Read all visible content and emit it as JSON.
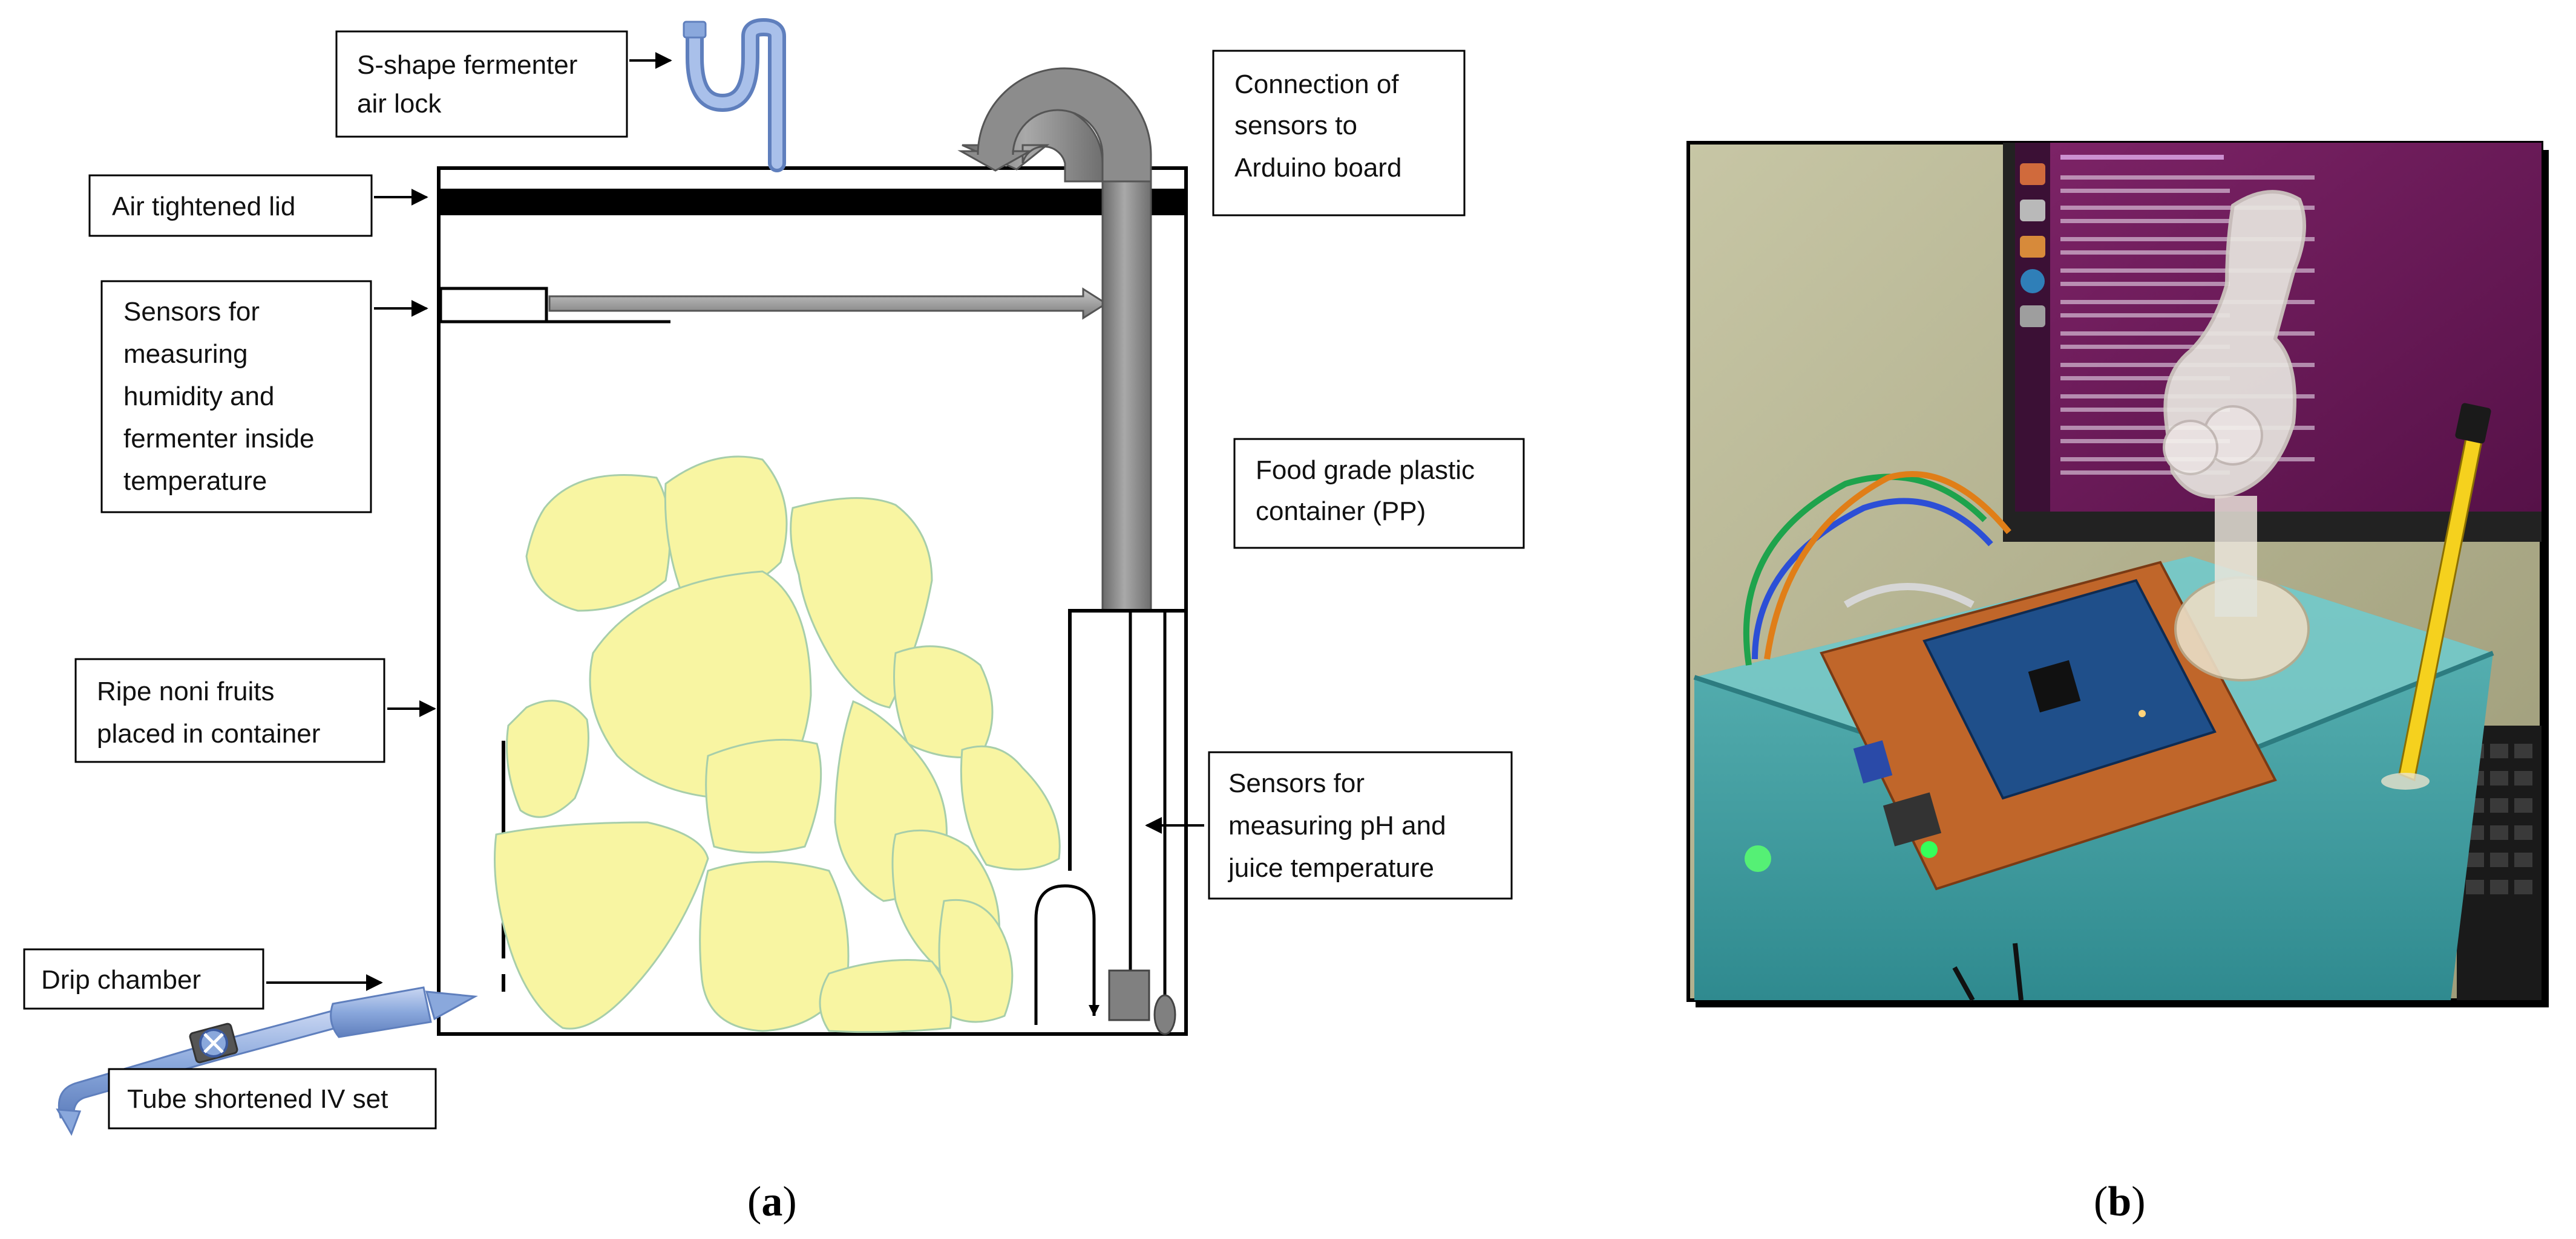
{
  "panel_a": {
    "labels": {
      "airlock": [
        "S-shape fermenter",
        "air lock"
      ],
      "lid": [
        "Air tightened lid"
      ],
      "sensors_humidity": [
        "Sensors for",
        "measuring",
        "humidity and",
        "fermenter inside",
        "temperature"
      ],
      "fruits": [
        "Ripe noni fruits",
        "placed in container"
      ],
      "drip": [
        "Drip chamber"
      ],
      "tube": [
        "Tube shortened IV set"
      ],
      "connection": [
        "Connection of",
        "sensors to",
        "Arduino board"
      ],
      "container": [
        "Food grade plastic",
        "container (PP)"
      ],
      "ph_sensors": [
        "Sensors for",
        "measuring pH and",
        "juice temperature"
      ]
    },
    "caption": {
      "open": "(",
      "letter": "a",
      "close": ")"
    }
  },
  "panel_b": {
    "caption": {
      "open": "(",
      "letter": "b",
      "close": ")"
    }
  },
  "colors": {
    "fruit_fill": "#f8f5a2",
    "fruit_stroke": "#a7ceaa",
    "airlock_blue": "#8aa8dc",
    "pipe_gray": "#8c8c8c",
    "terminal_purple": "#6c1a5e",
    "box_teal": "#3fa3a6",
    "board_orange": "#c0662a",
    "arduino_blue": "#1f4f8a"
  }
}
